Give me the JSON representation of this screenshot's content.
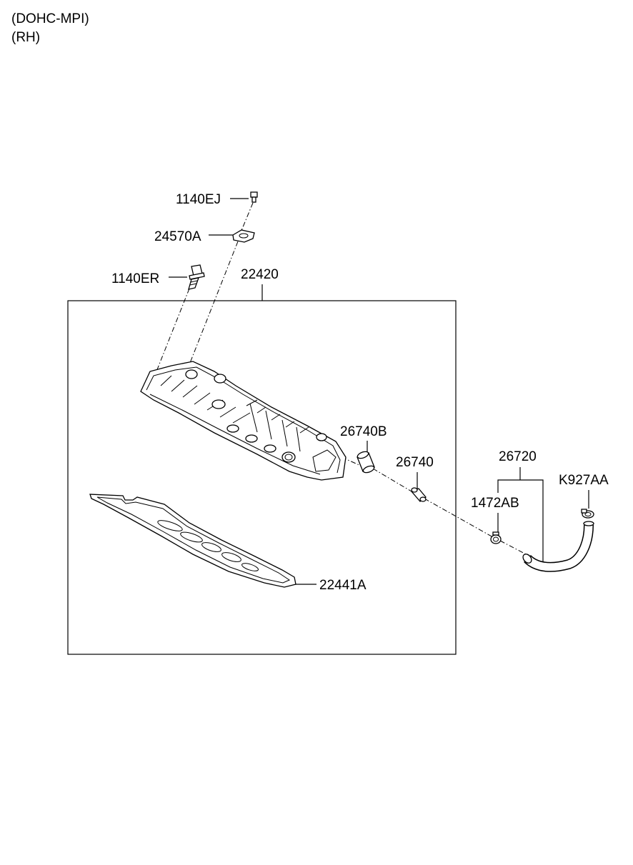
{
  "header": {
    "engine": "(DOHC-MPI)",
    "side": "(RH)"
  },
  "parts": {
    "bolt_top": "1140EJ",
    "washer": "24570A",
    "bolt_side": "1140ER",
    "cover_assy": "22420",
    "grommet": "26740B",
    "pcv_valve": "26740",
    "hose": "26720",
    "clamp_left": "1472AB",
    "clamp_right": "K927AA",
    "gasket": "22441A"
  }
}
